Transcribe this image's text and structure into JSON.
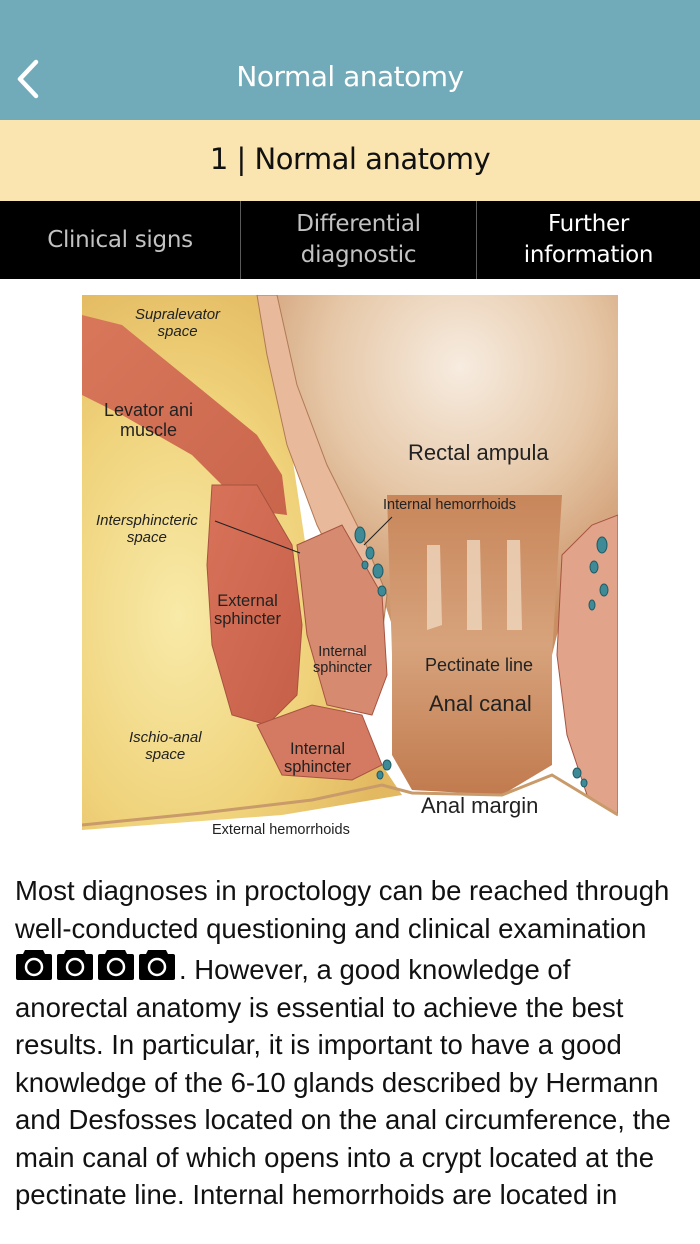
{
  "navbar": {
    "title": "Normal anatomy",
    "back_icon": "chevron-left-icon",
    "background": "#71abb9"
  },
  "section": {
    "title": "1 | Normal anatomy",
    "background": "#fae4b0"
  },
  "tabs": [
    {
      "label_line1": "Clinical signs",
      "label_line2": "",
      "active": false
    },
    {
      "label_line1": "Differential",
      "label_line2": "diagnostic",
      "active": false
    },
    {
      "label_line1": "Further",
      "label_line2": "information",
      "active": true
    }
  ],
  "figure": {
    "labels": {
      "supralevator": [
        "Supralevator",
        "space"
      ],
      "levator": [
        "Levator ani",
        "muscle"
      ],
      "rectal_ampula": "Rectal ampula",
      "internal_hemorrhoids": "Internal hemorrhoids",
      "intersphincteric": [
        "Intersphincteric",
        "space"
      ],
      "external_sphincter": [
        "External",
        "sphincter"
      ],
      "internal_sphincter_upper": [
        "Internal",
        "sphincter"
      ],
      "pectinate_line": "Pectinate line",
      "anal_canal": "Anal canal",
      "ischio_anal": [
        "Ischio-anal",
        "space"
      ],
      "internal_sphincter_lower": [
        "Internal",
        "sphincter"
      ],
      "anal_margin": "Anal margin",
      "external_hemorrhoids": "External hemorrhoids"
    }
  },
  "body": {
    "text_before_icons": "Most diagnoses in proctology can be reached through well-conducted questioning and clinical examination ",
    "camera_icons": [
      "camera-icon",
      "camera-icon",
      "camera-icon",
      "camera-icon"
    ],
    "text_after_icons": ". However, a good knowledge of anorectal anatomy is essential to achieve the best results. In particular, it is important to have a good knowledge of the 6-10 glands described by Hermann and Desfosses located on the anal circumference, the main canal of which opens into a crypt located at the pectinate line. Internal hemorrhoids are located in"
  }
}
